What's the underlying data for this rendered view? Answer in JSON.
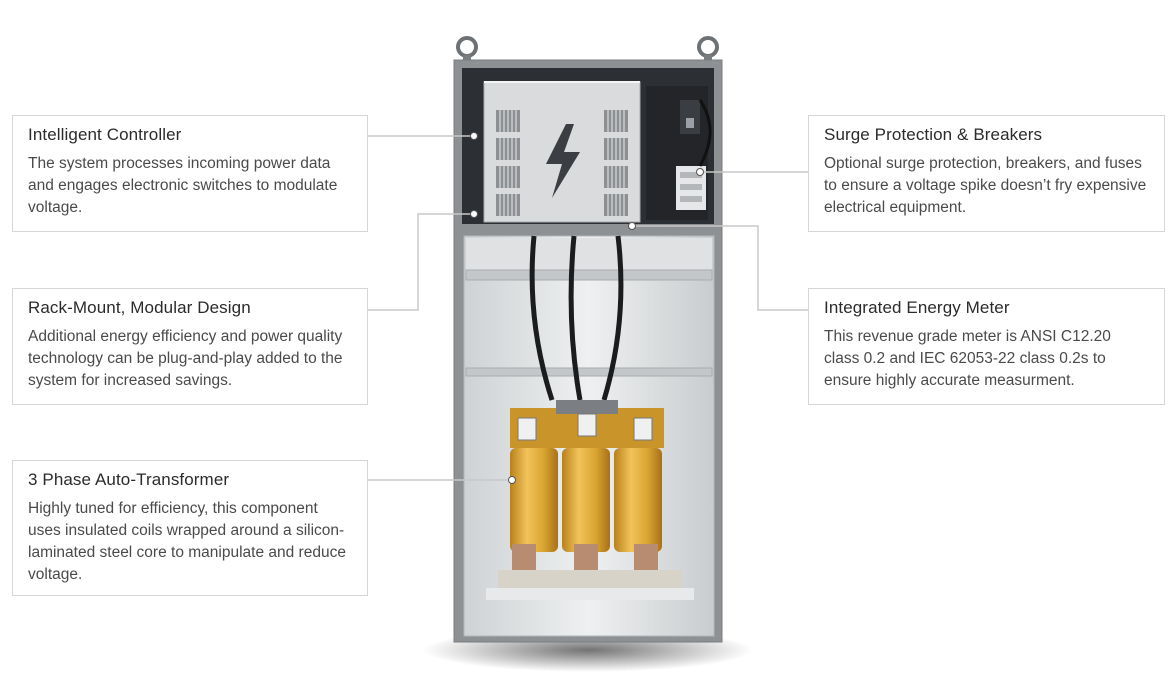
{
  "callouts": {
    "controller": {
      "title": "Intelligent Controller",
      "body": "The system processes incoming power data and engages electronic switches to modulate voltage."
    },
    "rack": {
      "title": "Rack-Mount, Modular Design",
      "body": "Additional energy efficiency and power quality technology can be plug-and-play added to the system for increased savings."
    },
    "transformer": {
      "title": "3 Phase Auto-Transformer",
      "body": "Highly tuned for efficiency, this component uses insulated coils wrapped around a silicon-laminated steel core to manipulate and reduce voltage."
    },
    "surge": {
      "title": "Surge Protection & Breakers",
      "body": "Optional surge protection, breakers, and fuses to ensure a voltage spike doesn’t fry expensive electrical equipment."
    },
    "meter": {
      "title": "Integrated Energy Meter",
      "body": "This revenue grade meter is ANSI C12.20 class 0.2 and IEC 62053-22 class 0.2s to ensure highly accurate measurment."
    }
  },
  "colors": {
    "leader_line": "#c8c8c8",
    "cabinet": "#8c8f92",
    "coil": "#d9a531"
  }
}
